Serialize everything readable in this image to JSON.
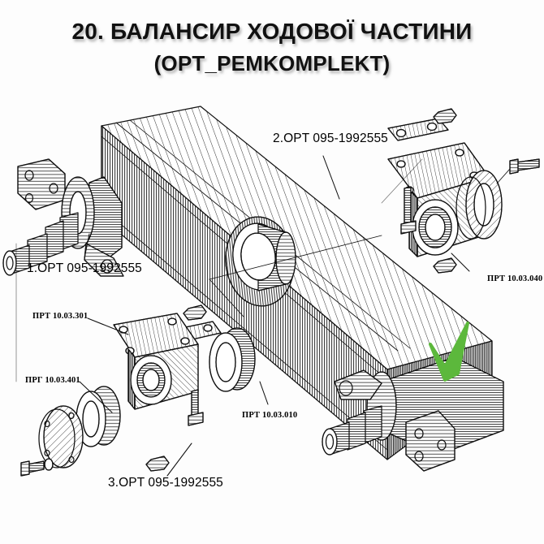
{
  "page": {
    "background_color": "#fdfdfd",
    "ink_color": "#111111",
    "check_color": "#5cb83c"
  },
  "title": {
    "line1": "20. БАЛАНСИР ХОДОВОЇ ЧАСТИНИ",
    "line2": "(OPT_PEMKOMPLEKT)"
  },
  "callouts": [
    {
      "id": "c1",
      "text": "1.OPT 095-1992555",
      "kind": "number"
    },
    {
      "id": "c2",
      "text": "2.OPT 095-1992555",
      "kind": "number"
    },
    {
      "id": "c3",
      "text": "3.OPT 095-1992555",
      "kind": "number"
    },
    {
      "id": "c4",
      "text": "ПРТ 10.03.040",
      "kind": "code"
    },
    {
      "id": "c5",
      "text": "ПРТ 10.03.301",
      "kind": "code"
    },
    {
      "id": "c6",
      "text": "ПРГ 10.03.401",
      "kind": "code"
    },
    {
      "id": "c7",
      "text": "ПРТ 10.03.010",
      "kind": "code"
    }
  ],
  "marks": {
    "check": "✓"
  },
  "diagram": {
    "type": "exploded-assembly-drawing",
    "subject": "Balancer of the running gear",
    "parts": [
      "main-balancer-beam",
      "left-axle-stub",
      "right-axle-stub",
      "upper-bearing-housing",
      "lower-bearing-housing",
      "bushing-boss",
      "end-cap",
      "spacer-ring",
      "bolts",
      "nuts",
      "mounting-straps"
    ]
  }
}
